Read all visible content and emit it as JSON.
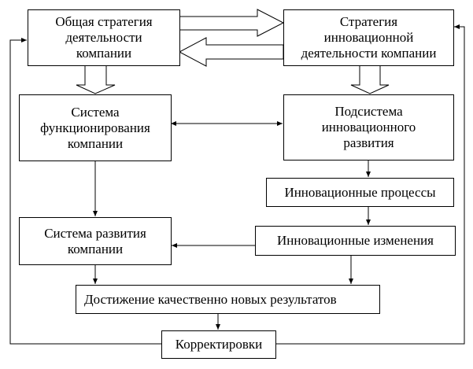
{
  "diagram": {
    "nodes": {
      "general_strategy": "Общая стратегия\nдеятельности\nкомпании",
      "innovation_strategy": "Стратегия\nинновационной\nдеятельности компании",
      "functioning_system": "Система\nфункционирования\nкомпании",
      "innovation_subsystem": "Подсистема\nинновационного\nразвития",
      "innovation_processes": "Инновационные процессы",
      "innovation_changes": "Инновационные изменения",
      "development_system": "Система развития\nкомпании",
      "new_results": "Достижение качественно новых результатов",
      "corrections": "Корректировки"
    },
    "edges": [
      {
        "from": "general_strategy",
        "to": "innovation_strategy",
        "style": "hollow"
      },
      {
        "from": "innovation_strategy",
        "to": "general_strategy",
        "style": "hollow"
      },
      {
        "from": "general_strategy",
        "to": "functioning_system",
        "style": "hollow"
      },
      {
        "from": "innovation_strategy",
        "to": "innovation_subsystem",
        "style": "hollow"
      },
      {
        "from": "functioning_system",
        "to": "innovation_subsystem",
        "style": "bidirectional"
      },
      {
        "from": "functioning_system",
        "to": "development_system",
        "style": "line"
      },
      {
        "from": "innovation_subsystem",
        "to": "innovation_processes",
        "style": "line"
      },
      {
        "from": "innovation_processes",
        "to": "innovation_changes",
        "style": "line"
      },
      {
        "from": "innovation_changes",
        "to": "development_system",
        "style": "line"
      },
      {
        "from": "development_system",
        "to": "new_results",
        "style": "line"
      },
      {
        "from": "innovation_changes",
        "to": "new_results",
        "style": "line"
      },
      {
        "from": "new_results",
        "to": "corrections",
        "style": "line"
      },
      {
        "from": "corrections",
        "to": "general_strategy",
        "style": "feedback"
      },
      {
        "from": "corrections",
        "to": "innovation_strategy",
        "style": "feedback"
      }
    ]
  }
}
